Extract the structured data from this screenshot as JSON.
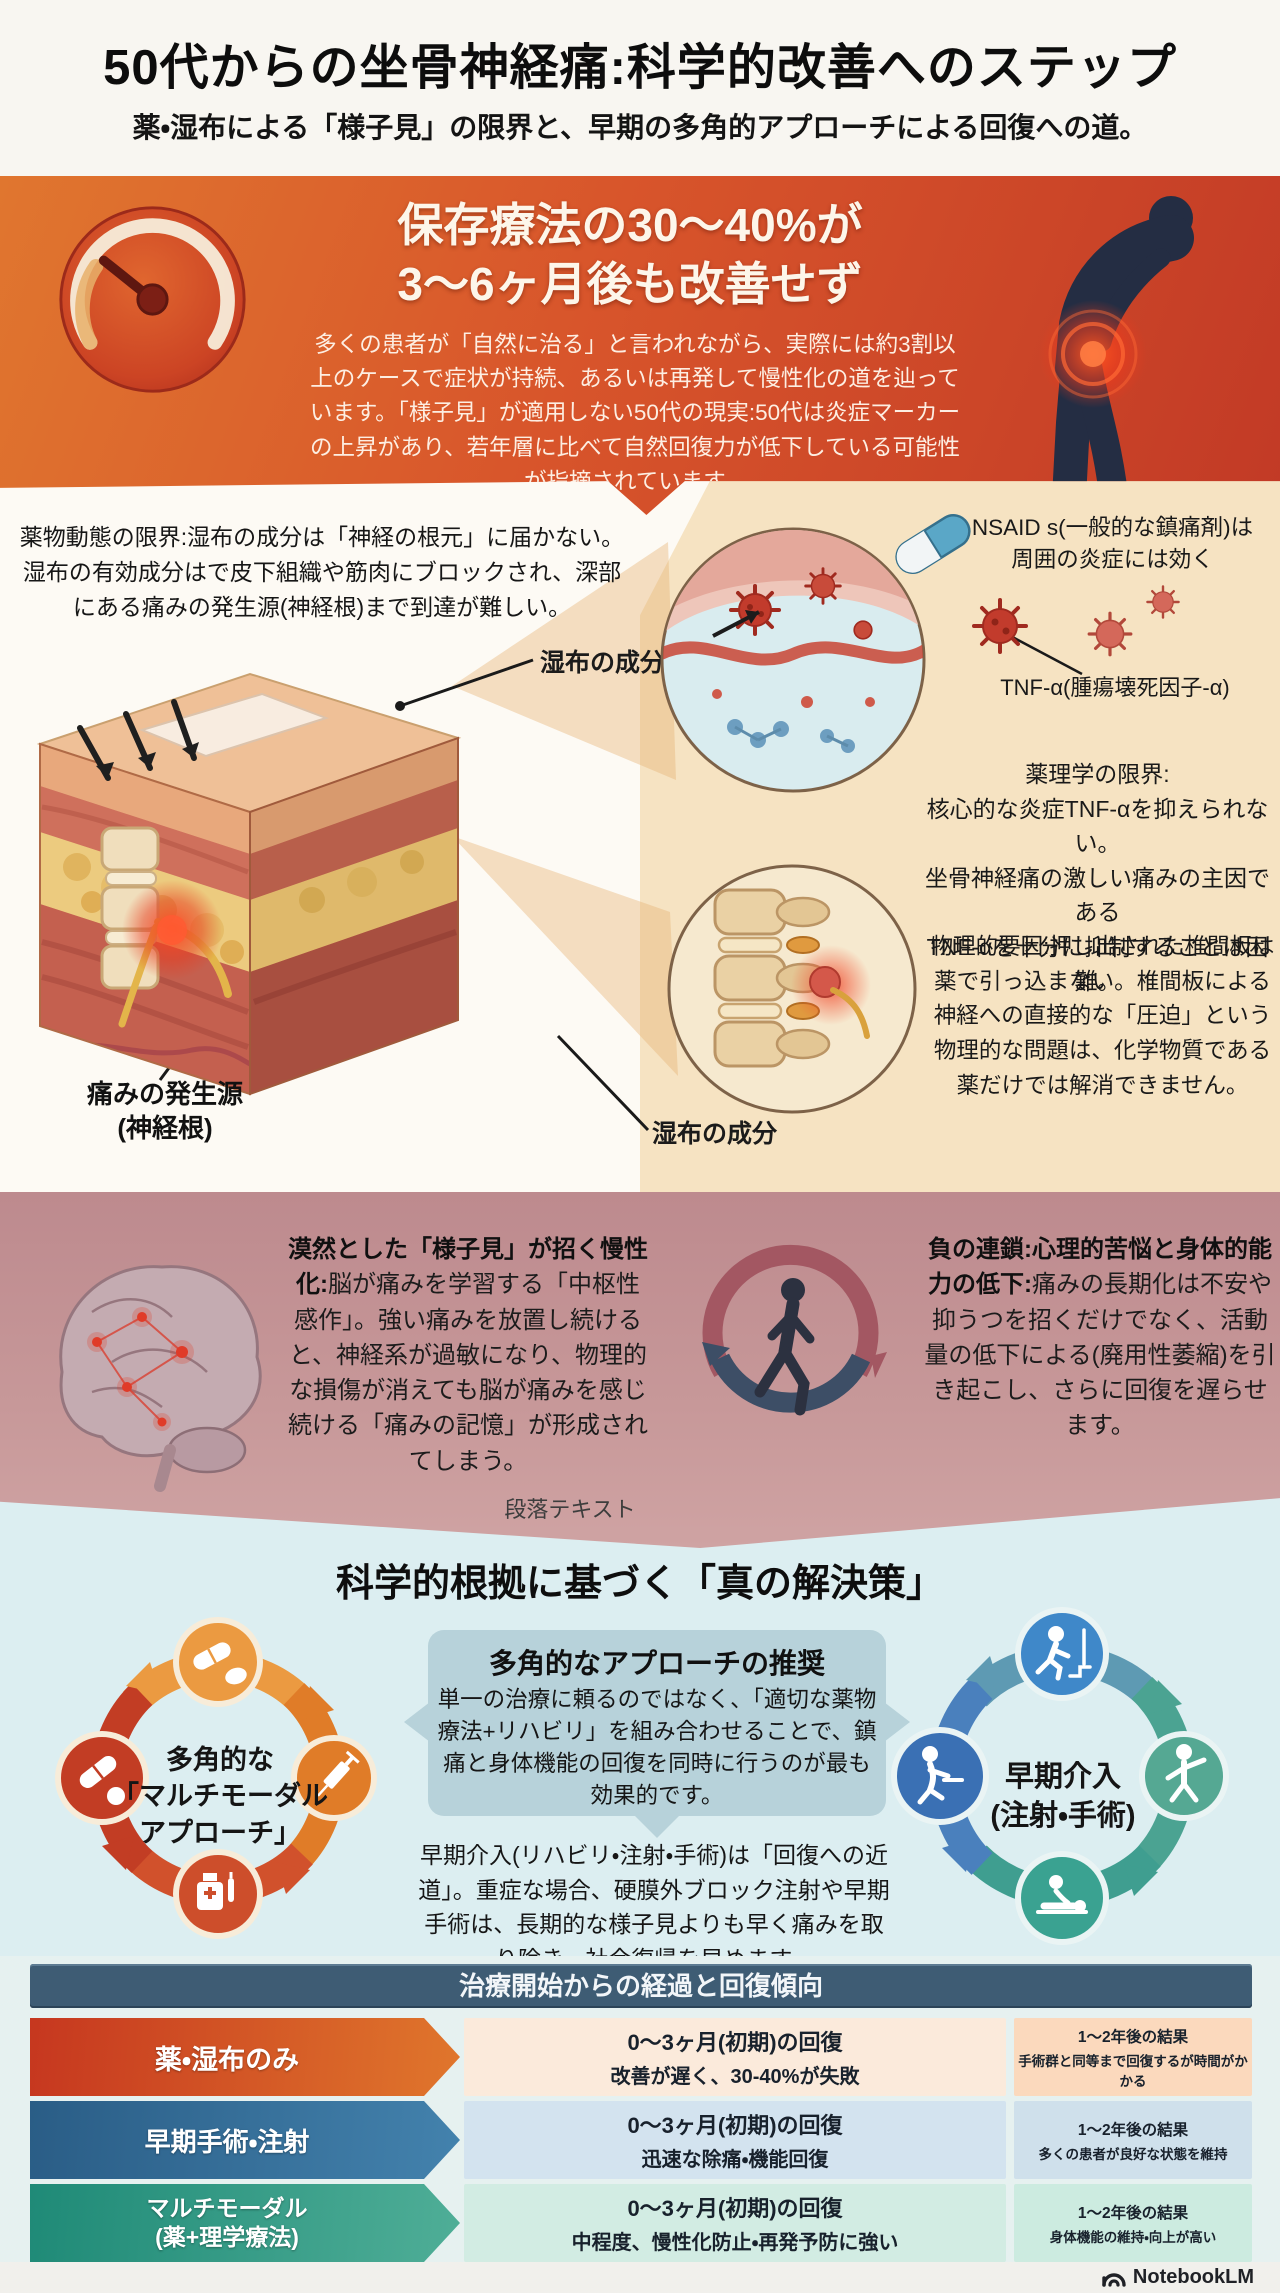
{
  "header": {
    "title": "50代からの坐骨神経痛:科学的改善へのステップ",
    "subtitle": "薬・湿布による「様子見」の限界と、早期の多角的アプローチによる回復への道。"
  },
  "banner": {
    "headline": [
      "保存療法の30〜40%が",
      "3〜6ヶ月後も改善せず"
    ],
    "body": "多くの患者が「自然に治る」と言われながら、実際には約3割以上のケースで症状が持続、あるいは再発して慢性化の道を辿っています。「様子見」が適用しない50代の現実:50代は炎症マーカーの上昇があり、若年層に比べて自然回復力が低下している可能性が指摘されています。"
  },
  "mechanism": {
    "limit_text": "薬物動態の限界:湿布の成分は「神経の根元」に届かない。湿布の有効成分はで皮下組織や筋肉にブロックされ、深部にある痛みの発生源(神経根)まで到達が難しい。",
    "patch_top_label": "湿布の成分",
    "pain_source": [
      "痛みの発生源",
      "(神経根)"
    ],
    "patch_bottom_label": "湿布の成分",
    "nsaid": [
      "NSAID s(一般的な鎮痛剤)は",
      "周囲の炎症には効く"
    ],
    "tnf_label": "TNF-α(腫瘍壊死因子-α)",
    "pharmacology": [
      "薬理学の限界:",
      "核心的な炎症TNF-αを抑えられない。",
      "坐骨神経痛の激しい痛みの主因である",
      "TNF-αを十分に抑制することは困難。"
    ],
    "physical_text": "物理的要因:押し出された椎間板は薬で引っ込まない。椎間板による神経への直接的な「圧迫」という物理的な問題は、化学物質である薬だけでは解消できません。"
  },
  "chronic": {
    "left_lead": "漠然とした「様子見」が招く慢性化:",
    "left_body": "脳が痛みを学習する「中枢性感作」。強い痛みを放置し続けると、神経系が過敏になり、物理的な損傷が消えても脳が痛みを感じ続ける「痛みの記憶」が形成されてしまう。",
    "right_lead": "負の連鎖:心理的苦悩と身体的能力の低下:",
    "right_body": "痛みの長期化は不安や抑うつを招くだけでなく、活動量の低下による(廃用性萎縮)を引き起こし、さらに回復を遅らせます。",
    "caption": "段落テキスト"
  },
  "solution": {
    "headline": "科学的根拠に基づく「真の解決策」",
    "left_cycle": [
      "多角的な",
      "「マルチモーダル",
      "アプローチ」"
    ],
    "box_title": "多角的なアプローチの推奨",
    "box_body": "単一の治療に頼るのではなく、「適切な薬物療法+リハビリ」を組み合わせることで、鎮痛と身体機能の回復を同時に行うのが最も効果的です。",
    "paragraph": "早期介入(リハビリ・注射・手術)は「回復への近道」。重症な場合、硬膜外ブロック注射や早期手術は、長期的な様子見よりも早く痛みを取り除き、社会復帰を早めます。",
    "right_cycle": [
      "早期介入",
      "(注射・手術)"
    ]
  },
  "table": {
    "title": "治療開始からの経過と回復傾向",
    "rows": [
      {
        "label": "薬・湿布のみ",
        "label2": "",
        "early_title": "0〜3ヶ月(初期)の回復",
        "early_desc": "改善が遅く、30-40%が失敗",
        "late_title": "1〜2年後の結果",
        "late_desc": "手術群と同等まで回復するが時間がかかる"
      },
      {
        "label": "早期手術・注射",
        "label2": "",
        "early_title": "0〜3ヶ月(初期)の回復",
        "early_desc": "迅速な除痛・機能回復",
        "late_title": "1〜2年後の結果",
        "late_desc": "多くの患者が良好な状態を維持"
      },
      {
        "label": "マルチモーダル",
        "label2": "(薬+理学療法)",
        "early_title": "0〜3ヶ月(初期)の回復",
        "early_desc": "中程度、慢性化防止・再発予防に強い",
        "late_title": "1〜2年後の結果",
        "late_desc": "身体機能の維持・向上が高い"
      }
    ]
  },
  "footer": {
    "brand": "NotebookLM"
  },
  "colors": {
    "banner_start": "#e0762f",
    "banner_end": "#c23a26",
    "tan_panel": "#f6e3c2",
    "mauve_panel": "#c79899",
    "blue_panel": "#dceef1",
    "table_header": "#3e5c74",
    "row1_accent": "#d9542b",
    "row2_accent": "#37719c",
    "row3_accent": "#2f9c86"
  },
  "icons": {
    "gauge": "gauge-icon",
    "back_pain_figure": "back-pain-figure-icon",
    "capsule": "capsule-icon",
    "virus": "tnf-virus-icon",
    "brain": "brain-icon",
    "pain_cycle": "pain-cycle-icon",
    "pills": "pills-icon",
    "syringe": "syringe-icon",
    "medicine_bottle": "medicine-bottle-icon",
    "stairs_person": "stairs-person-icon",
    "desk_person": "desk-person-icon",
    "stretch_person": "stretch-person-icon",
    "massage_person": "massage-person-icon",
    "notebooklm_logo": "notebooklm-logo-icon"
  }
}
